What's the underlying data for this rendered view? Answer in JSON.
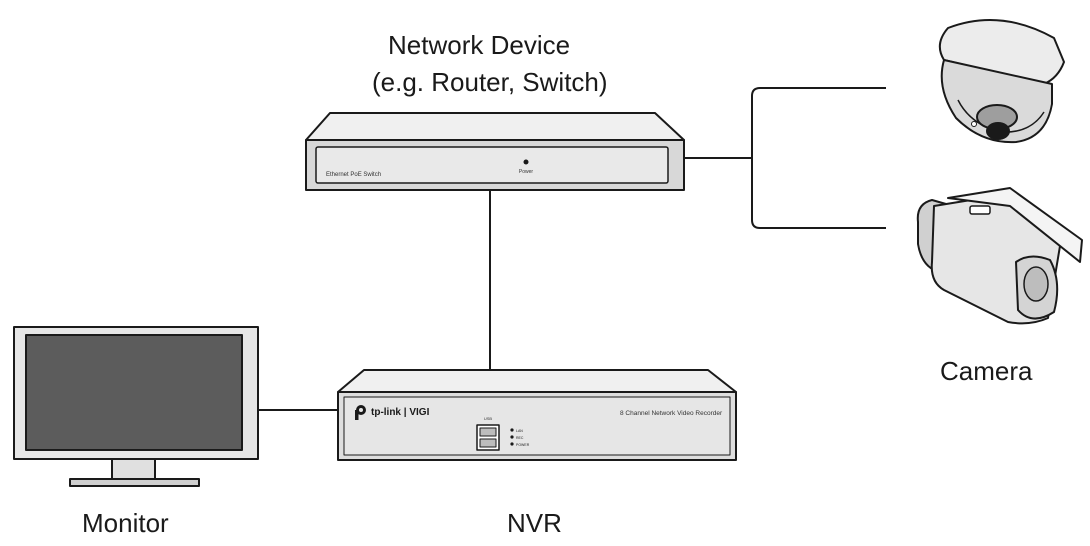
{
  "labels": {
    "network_device_line1": "Network Device",
    "network_device_line2": "(e.g. Router, Switch)",
    "camera": "Camera",
    "monitor": "Monitor",
    "nvr": "NVR"
  },
  "switch_panel": {
    "name": "Ethernet PoE Switch",
    "power_label": "Power"
  },
  "nvr_panel": {
    "brand": "tp-link | VIGI",
    "model": "8 Channel Network Video Recorder",
    "usb_label": "USB",
    "led_labels": [
      "LAN",
      "REC",
      "POWER"
    ]
  },
  "colors": {
    "stroke": "#1a1a1a",
    "device_fill": "#e6e6e6",
    "device_dark": "#bdbdbd",
    "screen": "#5c5c5c"
  }
}
